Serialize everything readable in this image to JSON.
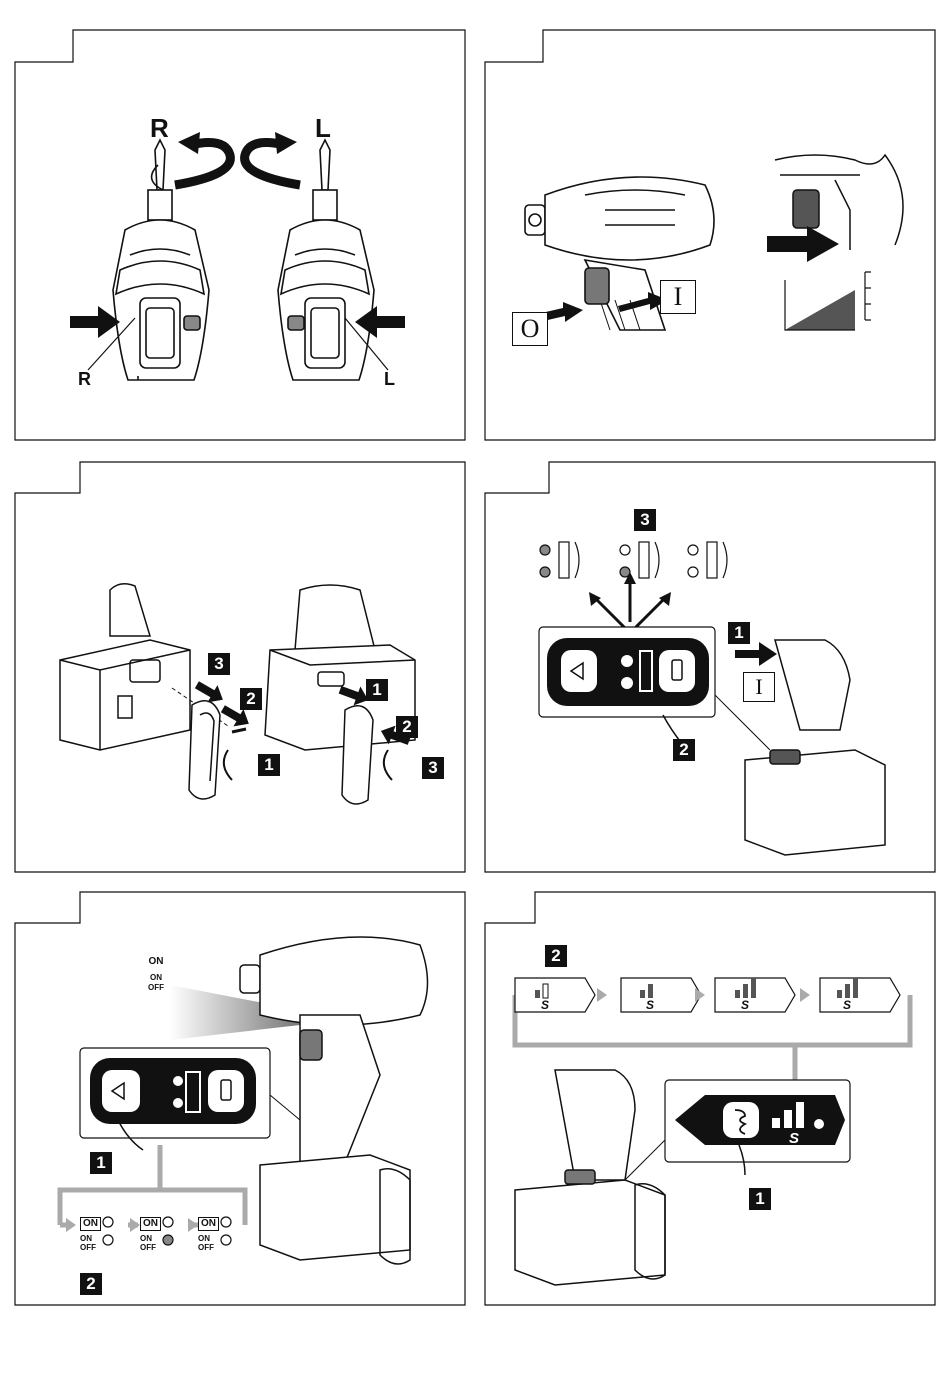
{
  "panel1": {
    "top_left": "R",
    "top_right": "L",
    "bottom_left": "R",
    "bottom_right": "L"
  },
  "panel2": {
    "off_label": "O",
    "on_label": "I"
  },
  "panel3": {
    "left_steps": [
      "3",
      "2",
      "1"
    ],
    "right_steps": [
      "1",
      "2",
      "3"
    ]
  },
  "panel4": {
    "step_top": "3",
    "step_right": "1",
    "step_bottom": "2",
    "switch_label": "I"
  },
  "panel5": {
    "step_1": "1",
    "step_2": "2",
    "switch_on": "ON",
    "switch_on_off": [
      "ON",
      "OFF"
    ],
    "modes": [
      {
        "on": "ON",
        "onoff": [
          "ON",
          "OFF"
        ]
      },
      {
        "on": "ON",
        "onoff": [
          "ON",
          "OFF"
        ]
      },
      {
        "on": "ON",
        "onoff": [
          "ON",
          "OFF"
        ]
      }
    ]
  },
  "panel6": {
    "step_1": "1",
    "step_2": "2",
    "mode_letter": "S",
    "sequence_letters": [
      "S",
      "S",
      "S",
      "S"
    ]
  },
  "colors": {
    "line": "#111111",
    "grey": "#8c8c8c",
    "light_grey": "#c8c8c8",
    "panel_bg": "#ffffff"
  }
}
